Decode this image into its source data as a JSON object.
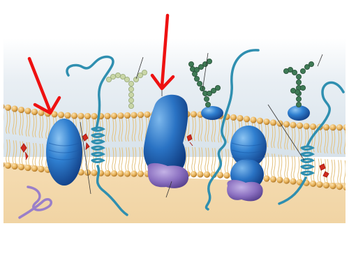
{
  "diagram": {
    "subject": "cell membrane",
    "labels": [],
    "colors": {
      "background": "#ffffff",
      "extracellular_fluid": "#dde7ef",
      "cytoplasm": "#f3d9b0",
      "phospholipid_head": "#e8b35a",
      "phospholipid_tail": "#f2d69a",
      "protein": "#2f7fd0",
      "peripheral_protein": "#8a6fc0",
      "protein_chain": "#2f8fb0",
      "cholesterol": "#d02b1e",
      "glycolipid_chain": "#c9d6a6",
      "glycoprotein_chain": "#3e7a55",
      "cytoskeleton_filament": "#9a7fc9",
      "arrow": "#ee1111"
    },
    "components": [
      "integral-protein",
      "transmembrane-alpha-helix-protein",
      "large-integral-protein",
      "peripheral-protein",
      "glycolipid",
      "glycoprotein",
      "cholesterol",
      "cytoskeleton-filament"
    ],
    "arrows": [
      {
        "target": "integral-protein-left"
      },
      {
        "target": "large-integral-protein"
      }
    ]
  }
}
